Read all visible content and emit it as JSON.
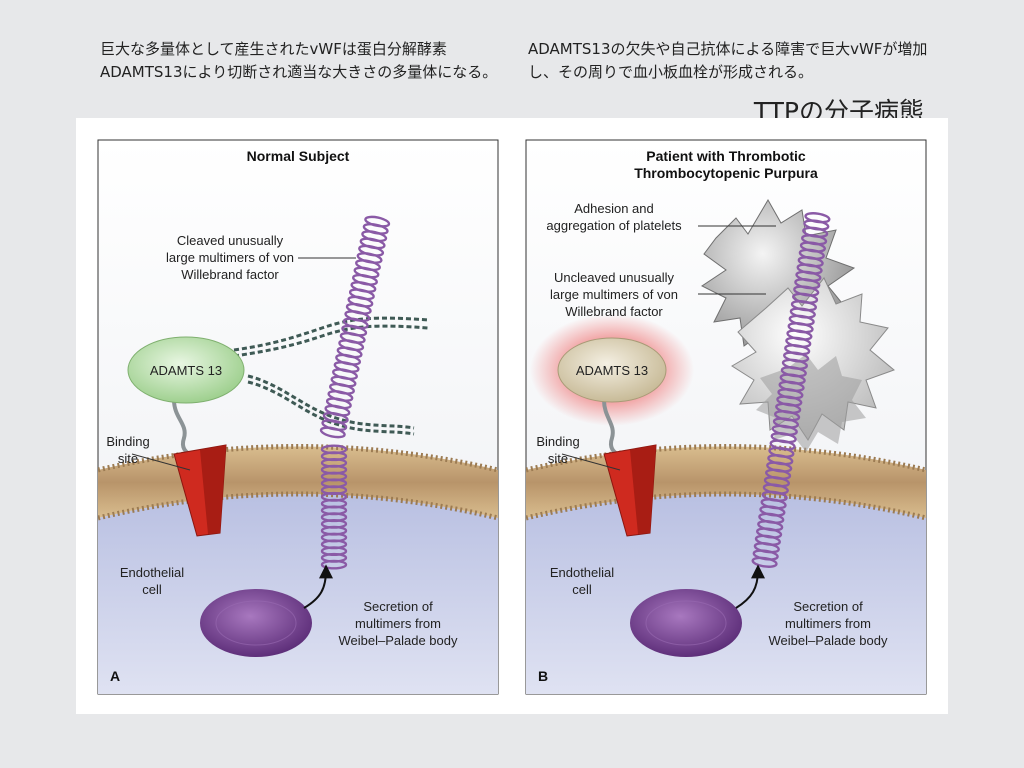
{
  "slide": {
    "caption_left": "巨大な多量体として産生されたvWFは蛋白分解酵素ADAMTS13により切断され適当な大きさの多量体になる。",
    "caption_right": "ADAMTS13の欠失や自己抗体による障害で巨大vWFが増加し、その周りで血小板血栓が形成される。",
    "title": "TTPの分子病態"
  },
  "panel_a": {
    "title": "Normal Subject",
    "cleaved": [
      "Cleaved unusually",
      "large multimers of von",
      "Willebrand factor"
    ],
    "enzyme": "ADAMTS 13",
    "binding": [
      "Binding",
      "site"
    ],
    "cell": [
      "Endothelial",
      "cell"
    ],
    "secretion": [
      "Secretion of",
      "multimers from",
      "Weibel–Palade body"
    ],
    "letter": "A"
  },
  "panel_b": {
    "title": [
      "Patient with Thrombotic",
      "Thrombocytopenic Purpura"
    ],
    "adhesion": [
      "Adhesion and",
      "aggregation of platelets"
    ],
    "uncleaved": [
      "Uncleaved unusually",
      "large multimers of von",
      "Willebrand factor"
    ],
    "enzyme": "ADAMTS 13",
    "binding": [
      "Binding",
      "site"
    ],
    "cell": [
      "Endothelial",
      "cell"
    ],
    "secretion": [
      "Secretion of",
      "multimers from",
      "Weibel–Palade body"
    ],
    "letter": "B"
  },
  "colors": {
    "vwf_coil": "#8a5aa6",
    "enzyme_a": "#bfe3b4",
    "enzyme_b": "#ddd3b8",
    "binding_site": "#cf2a1f",
    "membrane": "#c8a877",
    "cytoplasm": "#c2c8e6",
    "weibel_palade": "#7e4796",
    "glow": "#f08a8a"
  }
}
